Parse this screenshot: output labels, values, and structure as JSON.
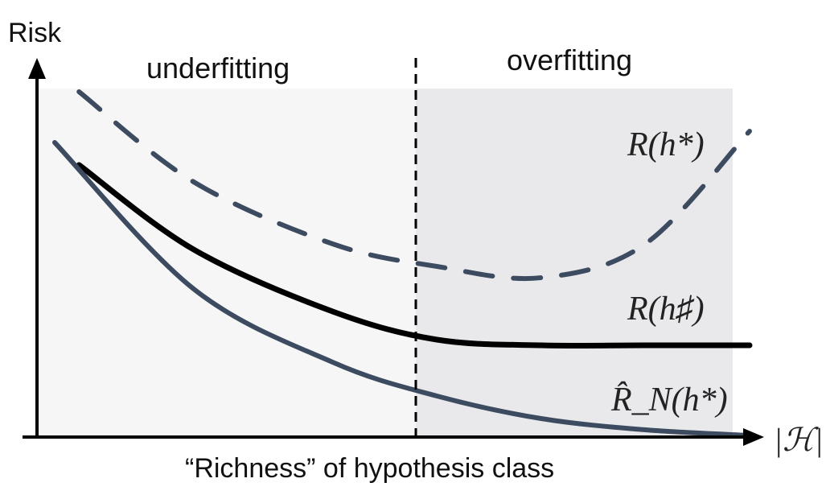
{
  "diagram": {
    "y_axis_label": "Risk",
    "x_axis_symbol": "|ℋ|",
    "x_axis_caption": "“Richness” of hypothesis class",
    "regions": [
      {
        "label": "underfitting",
        "fill": "#f6f6f6"
      },
      {
        "label": "overfitting",
        "fill": "#e9e9eb"
      }
    ],
    "curves": [
      {
        "label": "R(h*)",
        "style": "dashed",
        "color": "#3d4b60",
        "values": [
          0.61,
          0.45,
          0.34,
          0.3,
          0.28,
          0.34,
          0.54
        ]
      },
      {
        "label": "R(h♯)",
        "style": "solid",
        "color": "#000000",
        "values": [
          0.48,
          0.33,
          0.22,
          0.17,
          0.16,
          0.16,
          0.16
        ]
      },
      {
        "label": "R̂_N(h*)",
        "style": "solid",
        "color": "#3d4b60",
        "values": [
          0.52,
          0.26,
          0.13,
          0.07,
          0.03,
          0.01,
          0.0
        ]
      }
    ],
    "x": [
      0.04,
      0.2,
      0.4,
      0.55,
      0.7,
      0.85,
      1.0
    ],
    "optimum_x": 0.55,
    "colors": {
      "axis": "#000000",
      "dashed_curve": "#3d4b60",
      "solid_curve": "#000000",
      "empirical_curve": "#3d4b60"
    }
  }
}
